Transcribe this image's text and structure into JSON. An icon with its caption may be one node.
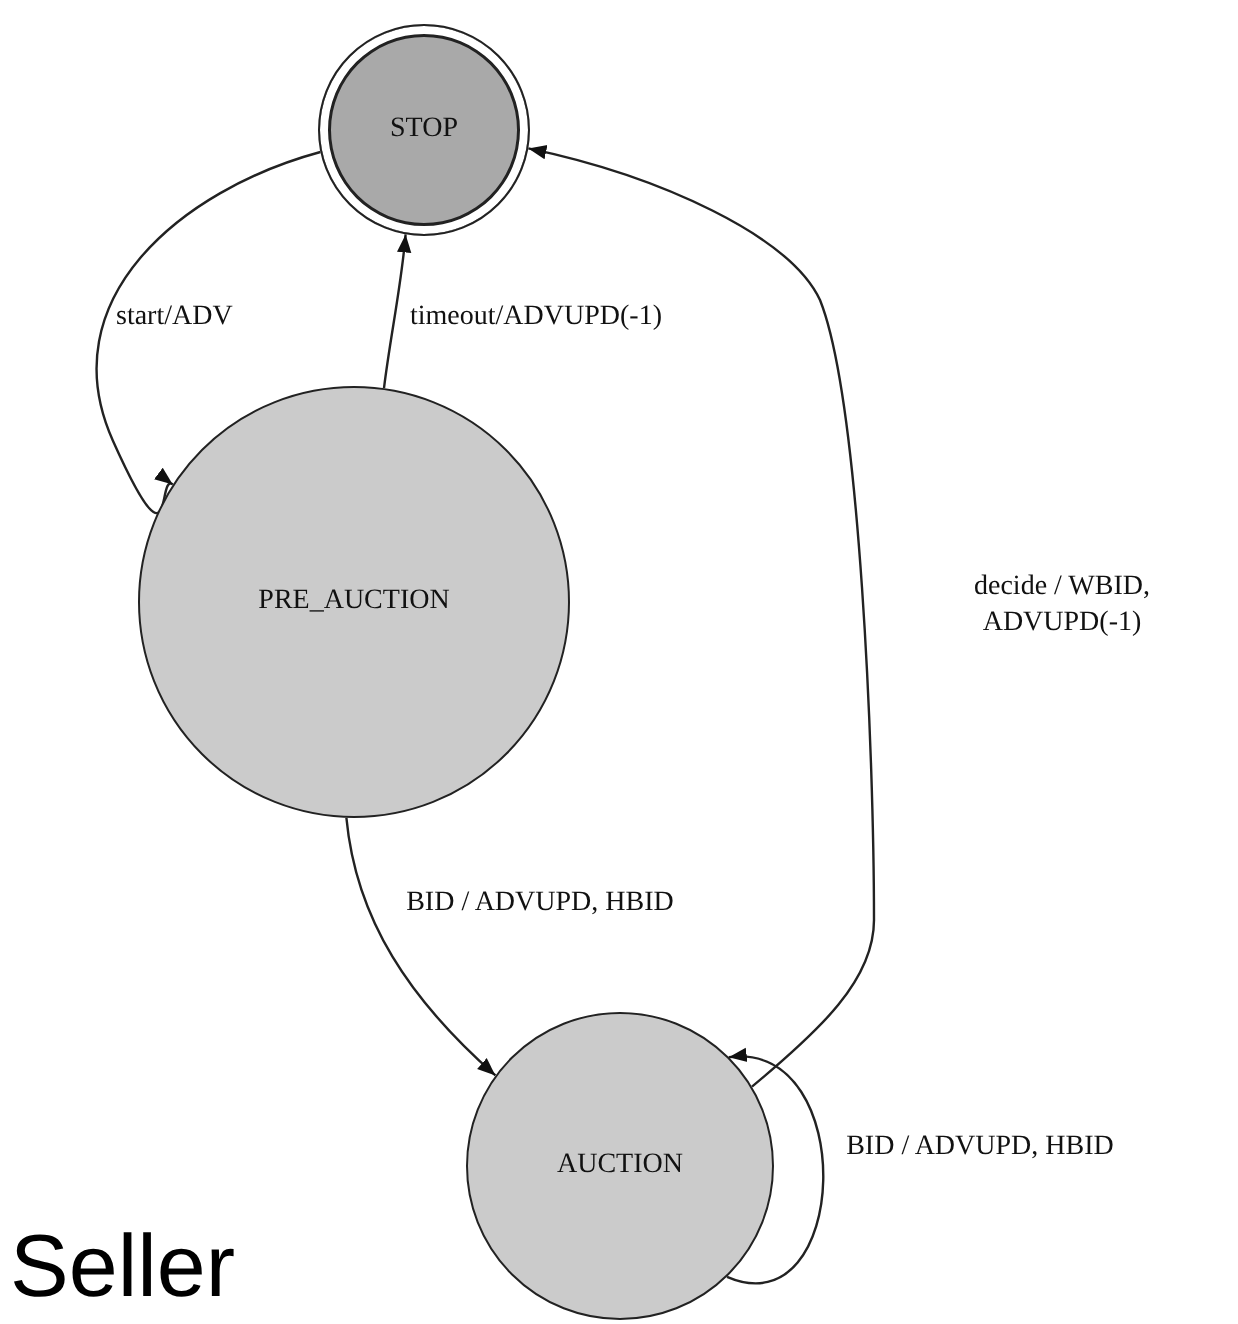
{
  "diagram": {
    "nodes": [
      {
        "text": [
          "STOP"
        ]
      },
      {
        "text": [
          "PRE_AUCTION"
        ]
      },
      {
        "text": [
          "AUCTION"
        ]
      }
    ],
    "edges": [
      {
        "from": 0,
        "to": 1,
        "arrow": "to",
        "label": "start/ADV"
      },
      {
        "from": 1,
        "to": 0,
        "arrow": "to",
        "label": "timeout/ADVUPD(-1)"
      },
      {
        "from": 2,
        "to": 0,
        "arrow": "to",
        "label": "decide / WBID, ADVUPD(-1)"
      },
      {
        "from": 1,
        "to": 2,
        "arrow": "to",
        "label": "BID / ADVUPD, HBID"
      },
      {
        "from": 2,
        "to": 2,
        "arrow": "to",
        "label": "BID / ADVUPD, HBID"
      }
    ],
    "labels": [
      "Seller"
    ]
  }
}
